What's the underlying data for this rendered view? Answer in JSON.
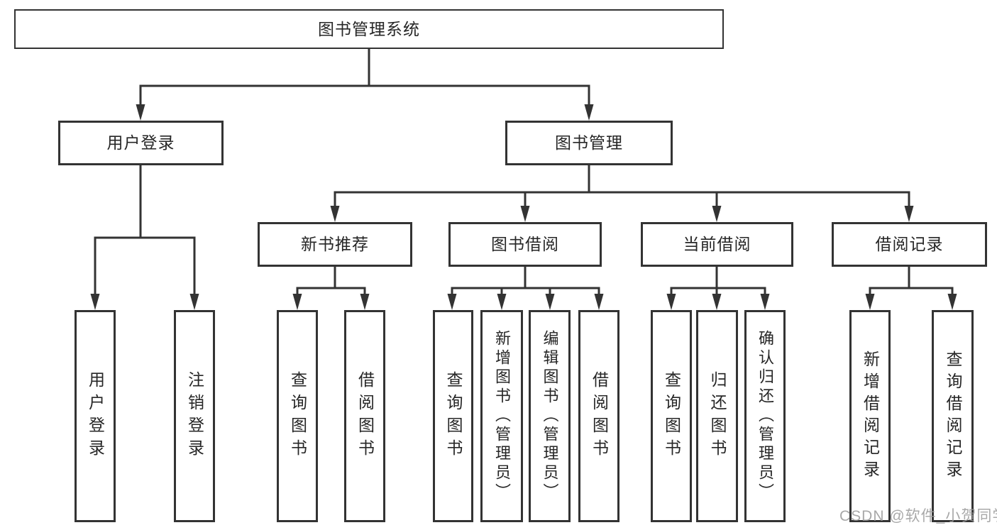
{
  "diagram_title": "图书管理系统",
  "nodes": {
    "root": "图书管理系统",
    "level2": {
      "user_login": "用户登录",
      "book_mgmt": "图书管理"
    },
    "level3": {
      "new_books": "新书推荐",
      "book_borrow": "图书借阅",
      "current_borrow": "当前借阅",
      "borrow_records": "借阅记录"
    },
    "user_login_children": [
      "用户登录",
      "注销登录"
    ],
    "new_books_children": [
      "查询图书",
      "借阅图书"
    ],
    "book_borrow_children": [
      "查询图书",
      "新增图书（管理员）",
      "编辑图书（管理员）",
      "借阅图书"
    ],
    "current_borrow_children": [
      "查询图书",
      "归还图书",
      "确认归还（管理员）"
    ],
    "borrow_records_children": [
      "新增借阅记录",
      "查询借阅记录"
    ]
  },
  "watermark": "CSDN @软件_小贺同学",
  "colors": {
    "line": "#333333",
    "box_border": "#333333",
    "text": "#262626",
    "background": "#ffffff",
    "watermark": "#9a9a9a"
  }
}
